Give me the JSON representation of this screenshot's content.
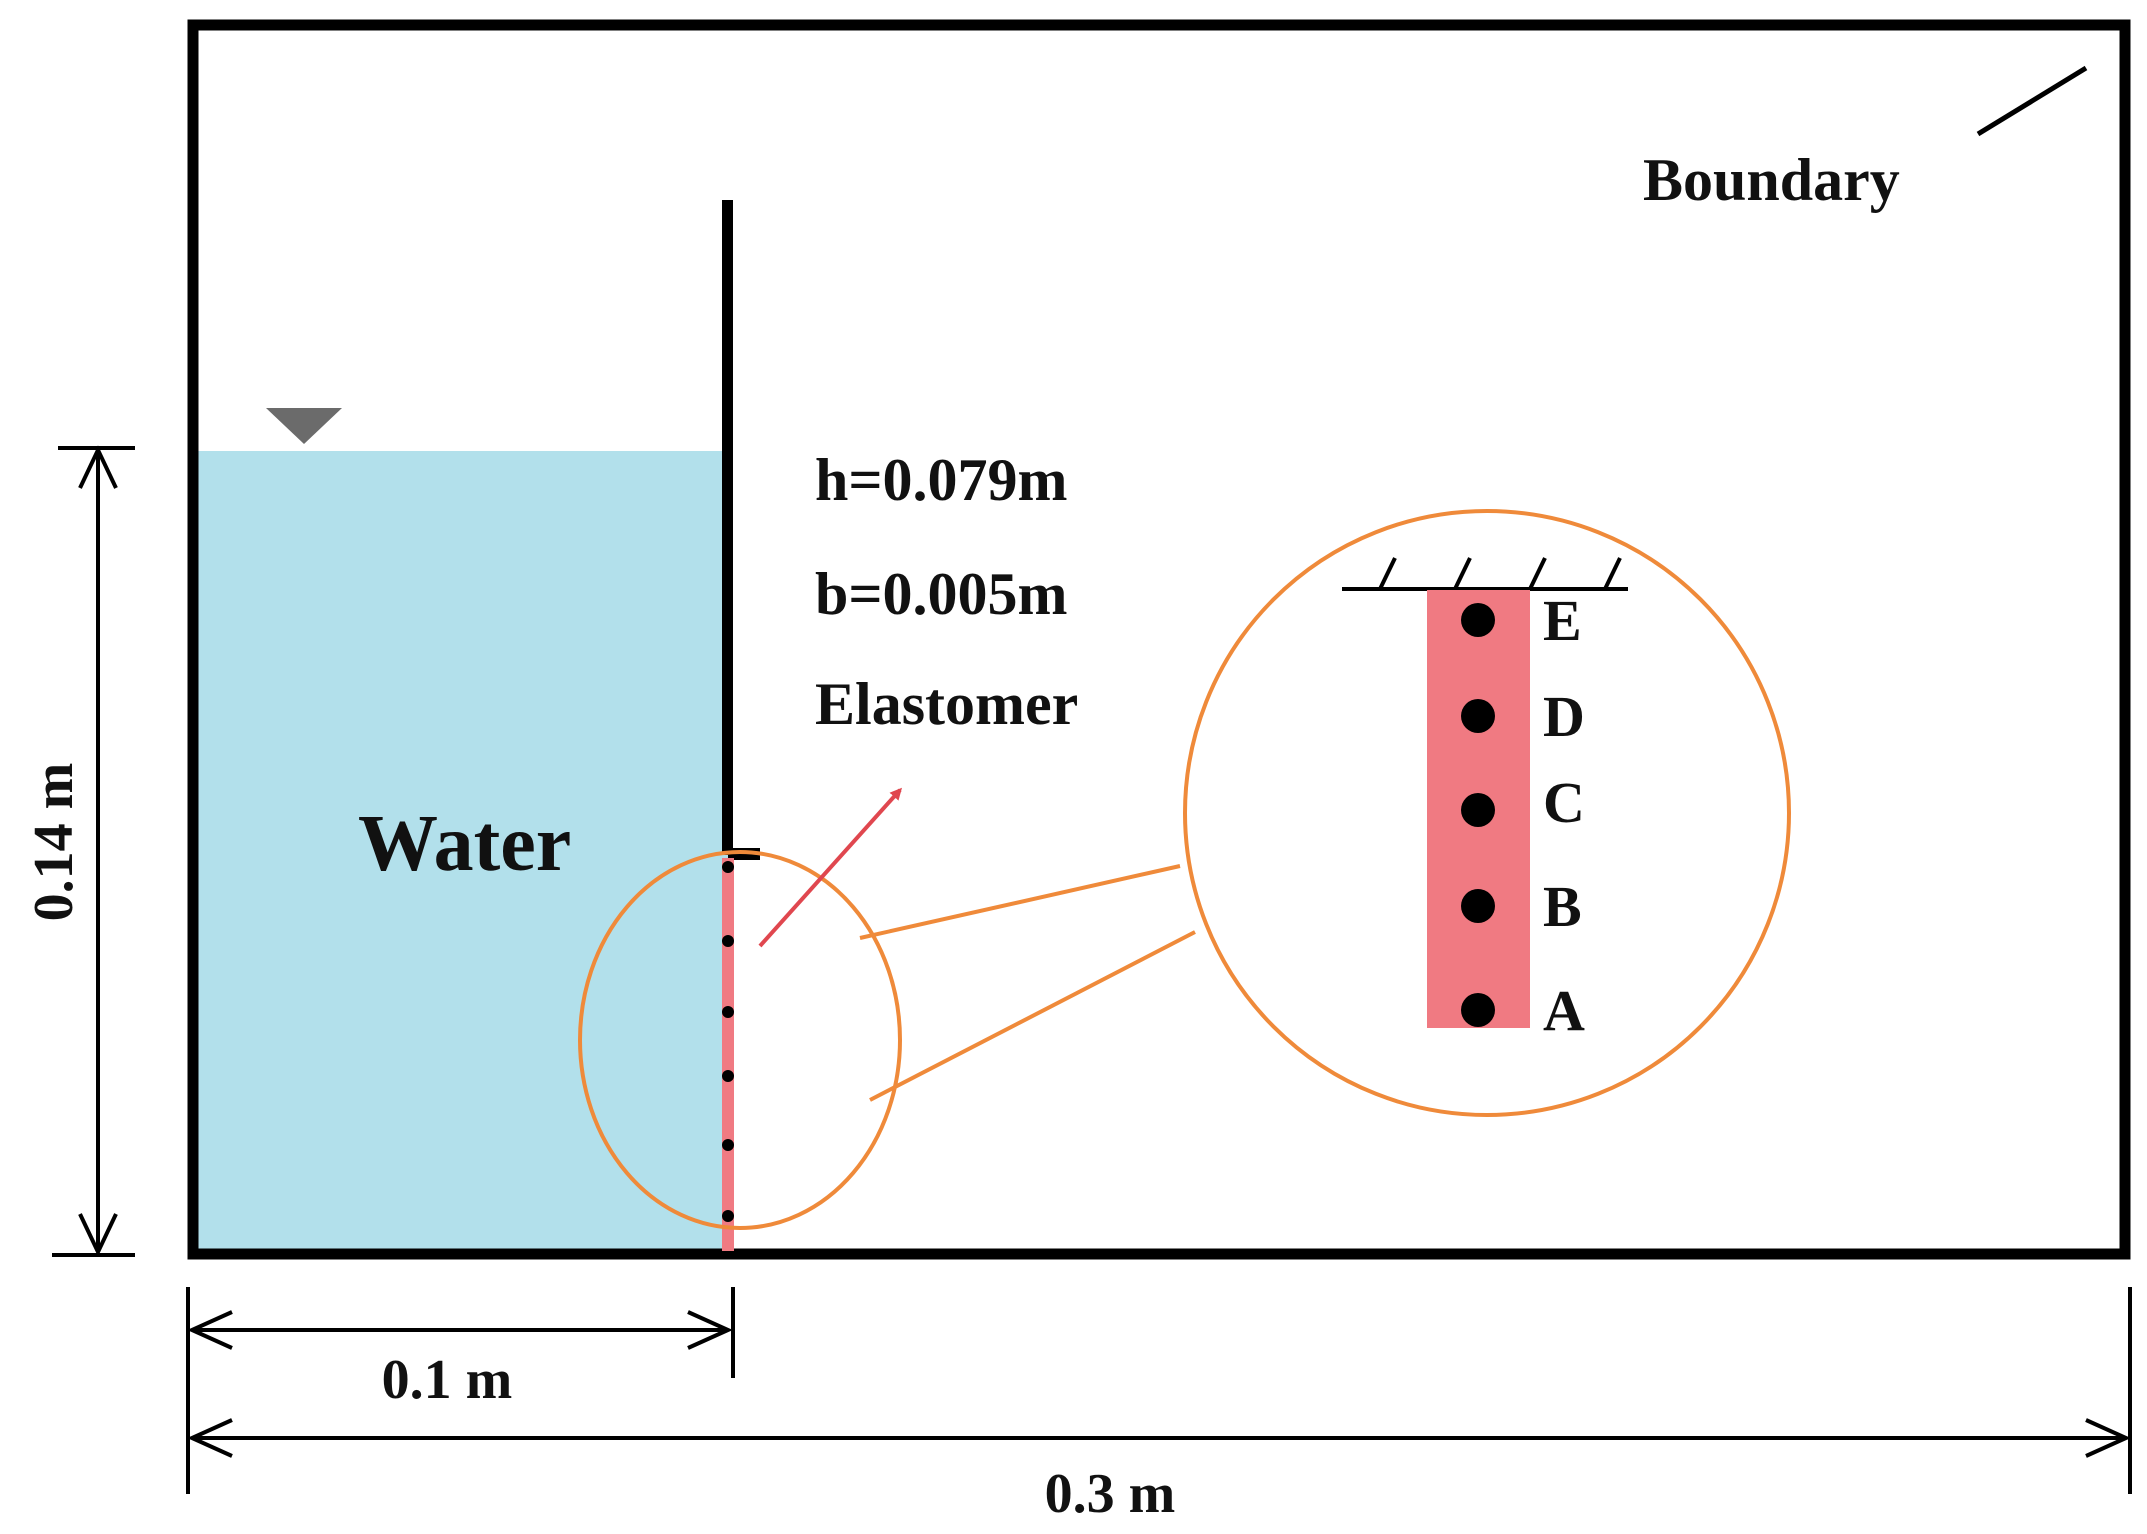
{
  "labels": {
    "boundary": "Boundary",
    "water": "Water",
    "height": "h=0.079m",
    "thickness": "b=0.005m",
    "material": "Elastomer",
    "tank_height": "0.14 m",
    "water_width": "0.1 m",
    "tank_width": "0.3 m"
  },
  "probe_points": [
    "E",
    "D",
    "C",
    "B",
    "A"
  ],
  "colors": {
    "water": "#b2e0eb",
    "elastomer": "#f07a82",
    "zoom_outline": "#ef8a3a",
    "arrow": "#e0474f",
    "wall": "#000000",
    "free_surface_marker": "#6b6b6b"
  }
}
